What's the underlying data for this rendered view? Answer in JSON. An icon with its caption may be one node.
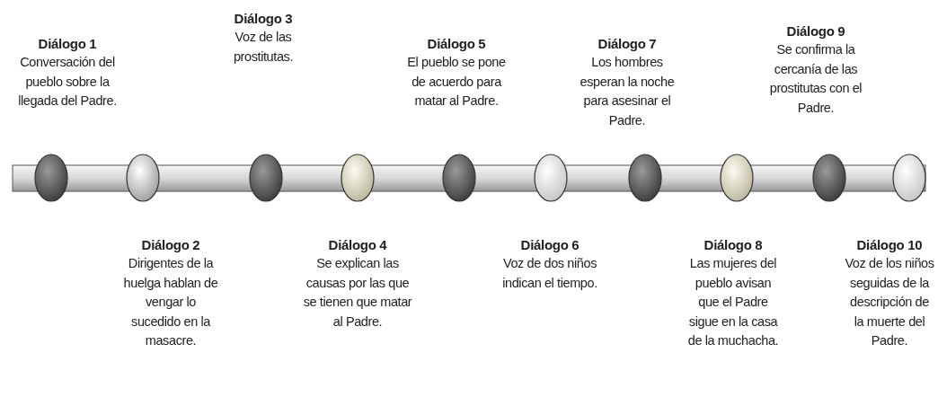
{
  "diagram": {
    "nodes": [
      {
        "text": [],
        "shape": "circle",
        "beside": [
          "Diálogo 1",
          "Conversación del pueblo sobre la llegada del Padre."
        ]
      },
      {
        "text": [],
        "shape": "circle",
        "beside": [
          "Diálogo 2",
          "Dirigentes de la huelga hablan de vengar lo sucedido en la masacre."
        ]
      },
      {
        "text": [],
        "shape": "circle",
        "beside": [
          "Diálogo 3",
          "Voz de las prostitutas."
        ]
      },
      {
        "text": [],
        "shape": "circle",
        "beside": [
          "Diálogo 4",
          "Se explican las causas por las que se tienen que matar al Padre."
        ]
      },
      {
        "text": [],
        "shape": "circle",
        "beside": [
          "Diálogo 5",
          "El pueblo se pone de acuerdo para matar al Padre."
        ]
      },
      {
        "text": [],
        "shape": "circle",
        "beside": [
          "Diálogo 6",
          "Voz de dos niños indican el tiempo."
        ]
      },
      {
        "text": [],
        "shape": "circle",
        "beside": [
          "Diálogo 7",
          "Los hombres esperan la noche para asesinar el Padre."
        ]
      },
      {
        "text": [],
        "shape": "circle",
        "beside": [
          "Diálogo 8",
          "Las mujeres del pueblo avisan que el Padre sigue en la casa de la muchacha."
        ]
      },
      {
        "text": [],
        "shape": "circle",
        "beside": [
          "Diálogo 9",
          "Se confirma la cercanía de las prostitutas con el Padre."
        ]
      },
      {
        "text": [],
        "shape": "circle",
        "beside": [
          "Diálogo 10",
          "Voz de los niños seguidas de la descripción de la muerte del Padre."
        ]
      },
      {
        "text": [],
        "shape": "bar"
      }
    ]
  }
}
